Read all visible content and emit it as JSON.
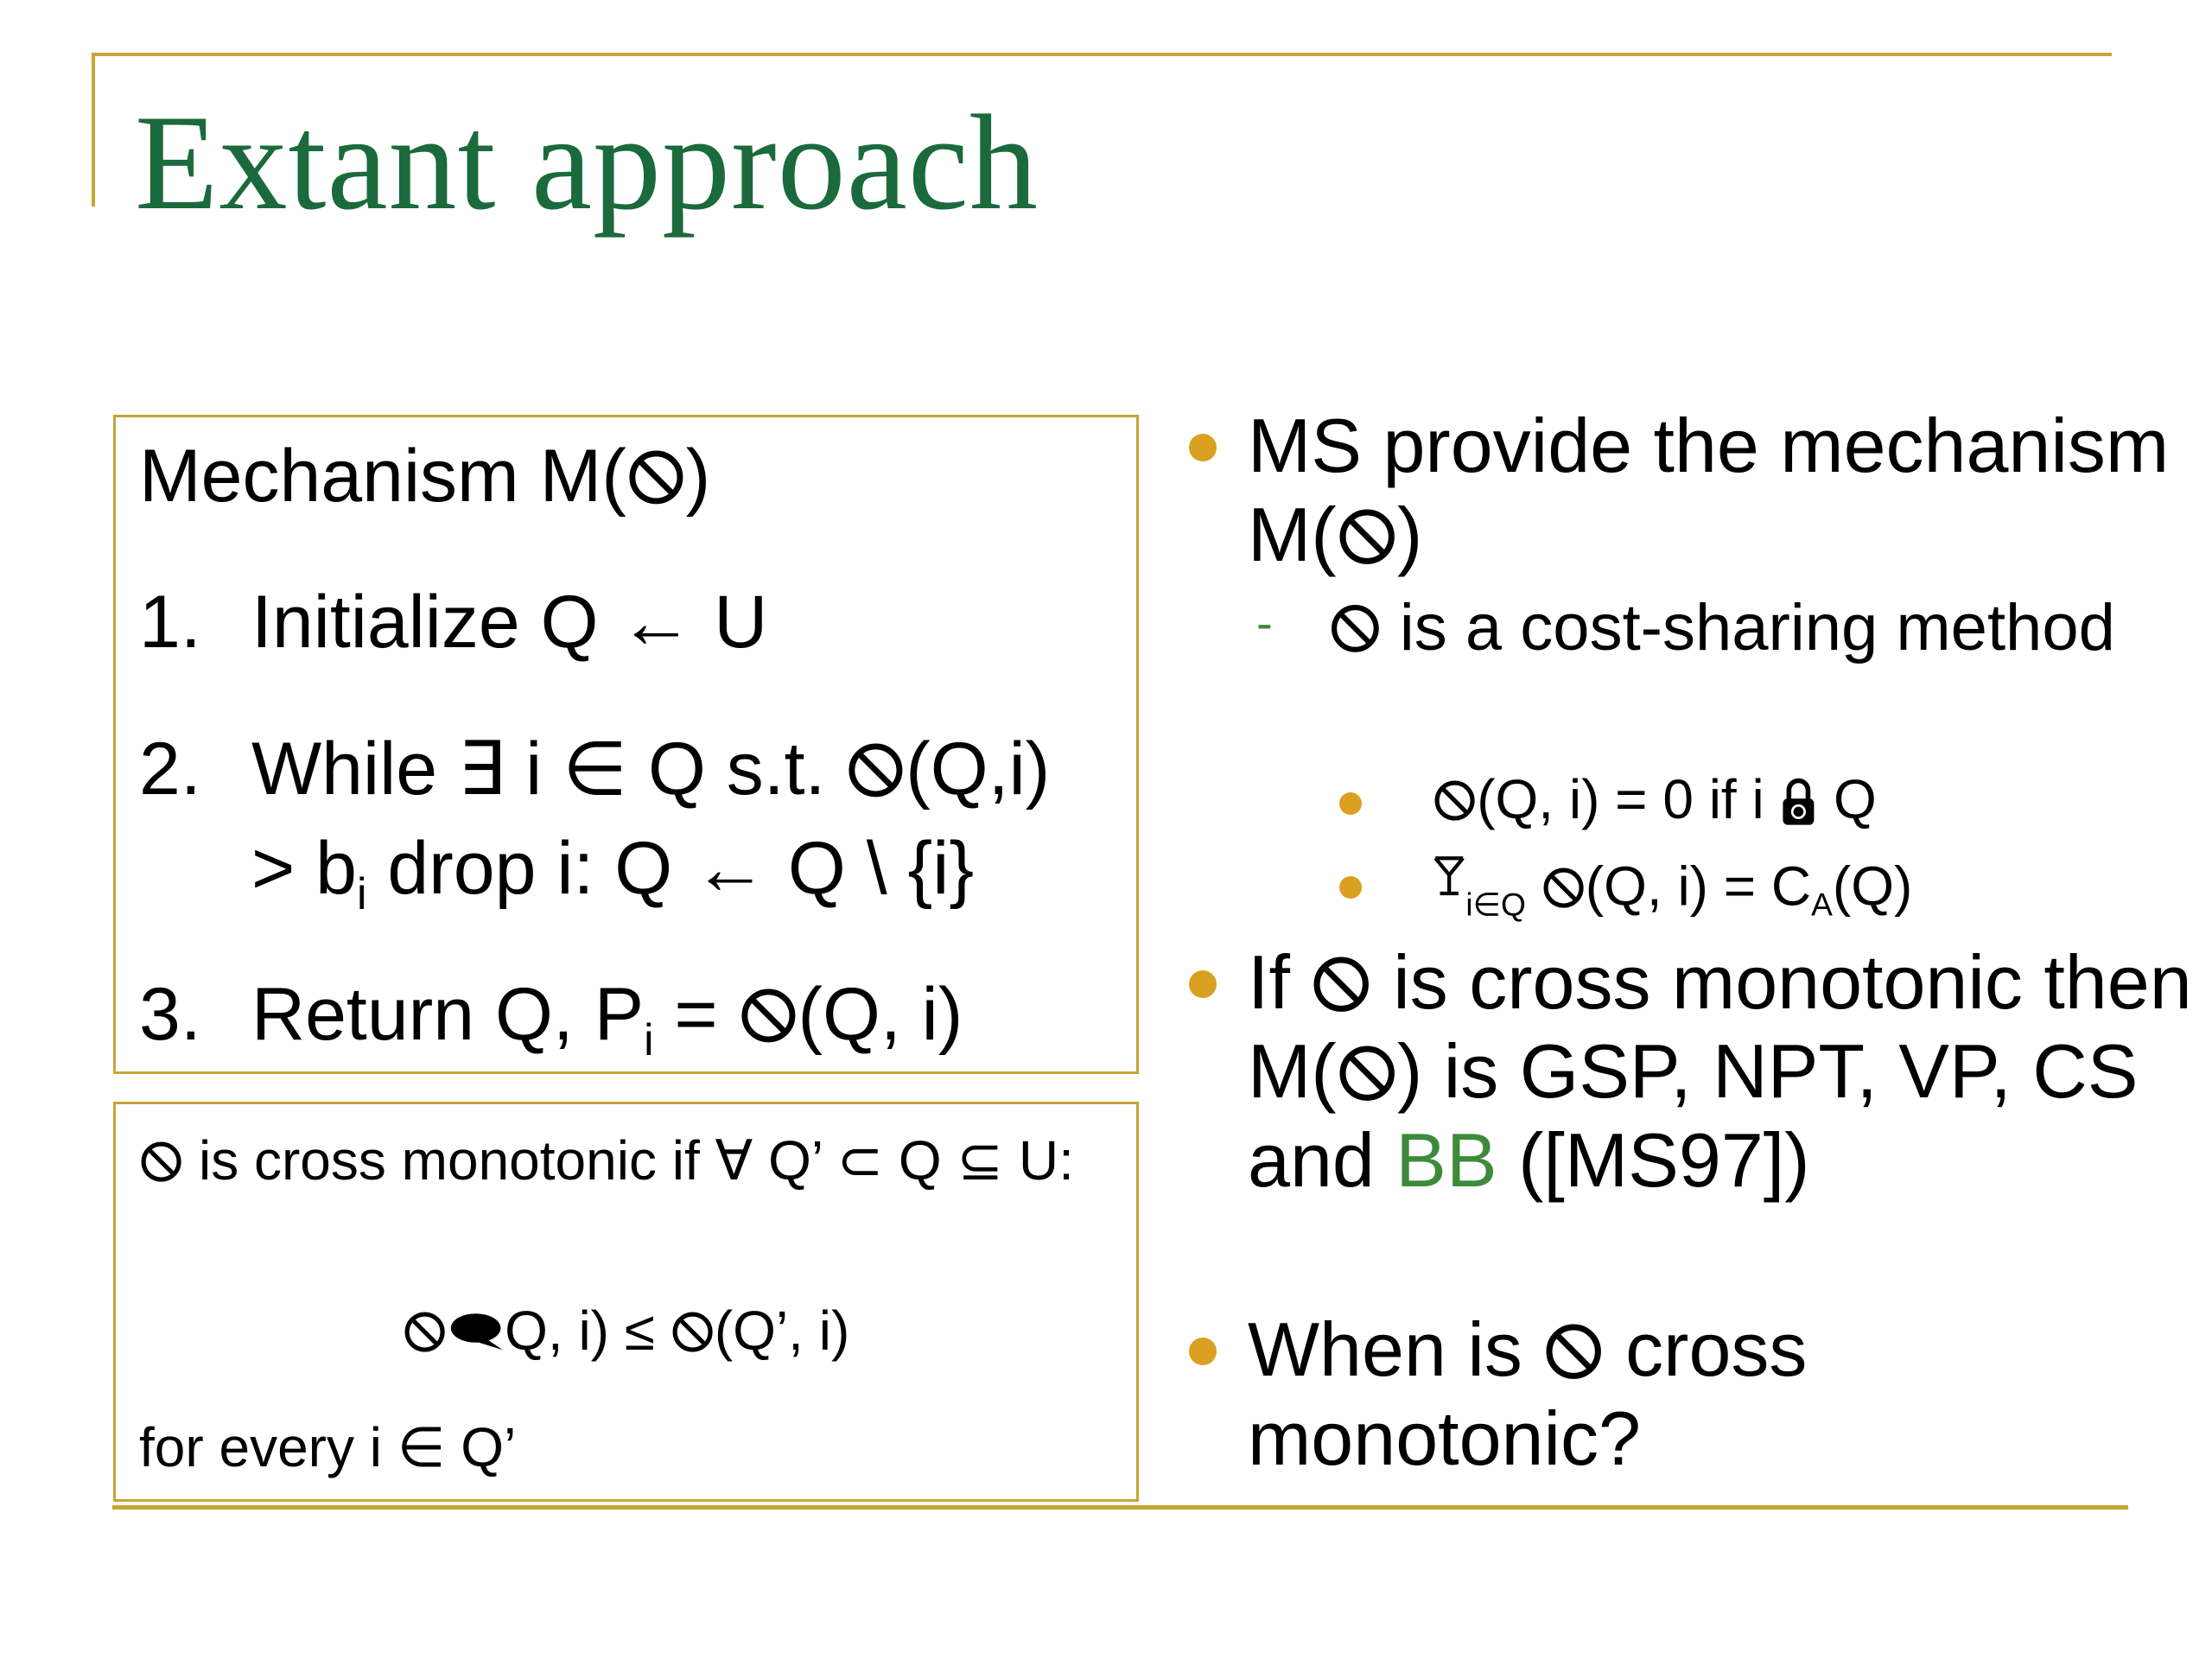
{
  "slide": {
    "title": "Extant approach"
  },
  "symbols": {
    "no_sign": "⃠",
    "no_sign_icon": "prohibition-circle-icon",
    "lock_icon": "padlock-icon",
    "speech_icon": "speech-bubble-icon",
    "sum_icon": "cocktail-glass-icon"
  },
  "mechanism_box": {
    "title_prefix": "Mechanism M(",
    "title_suffix": ")",
    "steps": [
      {
        "num": "1.",
        "text": "Initialize Q ← U"
      },
      {
        "num": "2.",
        "text_a": "While ∃ i ∈ Q s.t. ",
        "text_b": "(Q,i)",
        "text_c": "> b",
        "sub": "i",
        "text_d": " drop i: Q ← Q \\ {i}"
      },
      {
        "num": "3.",
        "text_a": "Return Q, P",
        "sub": "i",
        "text_b": " = ",
        "text_c": "(Q, i)"
      }
    ]
  },
  "definition_box": {
    "line1_text": " is cross monotonic if ∀ Q’ ⊂ Q ⊆ U:",
    "formula_a": "Q, i) ≤ ",
    "formula_b": "(Q’, i)",
    "footer": "for every i ∈ Q’"
  },
  "bullets": {
    "b1_a": "MS provide the mechanism M(",
    "b1_b": ")",
    "sub_text": " is a cost-sharing method",
    "ss1_a": "(Q, i) = 0 if i ",
    "ss1_b": " Q",
    "ss2_sub": "i∈Q",
    "ss2_b": "(Q, i) = C",
    "ss2_sub2": "A",
    "ss2_c": "(Q)",
    "b2_a": "If ",
    "b2_b": " is cross monotonic then M(",
    "b2_c": ") is GSP, NPT, VP, CS and ",
    "b2_bb": "BB",
    "b2_d": " ([MS97])",
    "b3_a": "When is ",
    "b3_b": " cross monotonic?"
  },
  "colors": {
    "title_green": "#1b6a3b",
    "rule_gold": "#c9a436",
    "bullet_gold": "#d9a021",
    "highlight_green": "#3d8a3a"
  }
}
